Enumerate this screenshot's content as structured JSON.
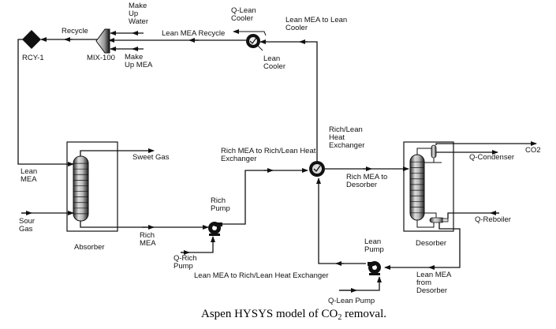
{
  "figure": {
    "caption_prefix": "Aspen HYSYS model of CO",
    "caption_subscript": "2",
    "caption_suffix": " removal."
  },
  "units": {
    "rcy": {
      "name": "RCY-1"
    },
    "mixer": {
      "name": "MIX-100"
    },
    "lean_cooler": {
      "name_line1": "Lean",
      "name_line2": "Cooler"
    },
    "absorber": {
      "name": "Absorber"
    },
    "rich_pump": {
      "name_line1": "Rich",
      "name_line2": "Pump"
    },
    "heat_exchanger": {
      "name_line1": "Rich/Lean",
      "name_line2": "Heat",
      "name_line3": "Exchanger"
    },
    "desorber": {
      "name": "Desorber"
    },
    "lean_pump": {
      "name_line1": "Lean",
      "name_line2": "Pump"
    }
  },
  "streams": {
    "recycle": "Recycle",
    "make_up_water": [
      "Make",
      "Up",
      "Water"
    ],
    "make_up_mea": [
      "Make",
      "Up MEA"
    ],
    "lean_mea_recycle": "Lean MEA Recycle",
    "q_lean_cooler": [
      "Q-Lean",
      "Cooler"
    ],
    "lean_mea_to_lean_cooler": [
      "Lean MEA to Lean",
      "Cooler"
    ],
    "lean_mea": [
      "Lean",
      "MEA"
    ],
    "sour_gas": [
      "Sour",
      "Gas"
    ],
    "sweet_gas": "Sweet Gas",
    "rich_mea": [
      "Rich",
      "MEA"
    ],
    "q_rich_pump": [
      "Q-Rich",
      "Pump"
    ],
    "rich_mea_to_hx": [
      "Rich MEA to Rich/Lean Heat",
      "Exchanger"
    ],
    "lean_mea_to_hx": "Lean MEA to Rich/Lean Heat Exchanger",
    "rich_mea_to_desorber": [
      "Rich MEA to",
      "Desorber"
    ],
    "co2": "CO2",
    "q_condenser": "Q-Condenser",
    "q_reboiler": "Q-Reboiler",
    "lean_mea_from_desorber": [
      "Lean MEA",
      "from",
      "Desorber"
    ],
    "q_lean_pump": "Q-Lean Pump"
  }
}
